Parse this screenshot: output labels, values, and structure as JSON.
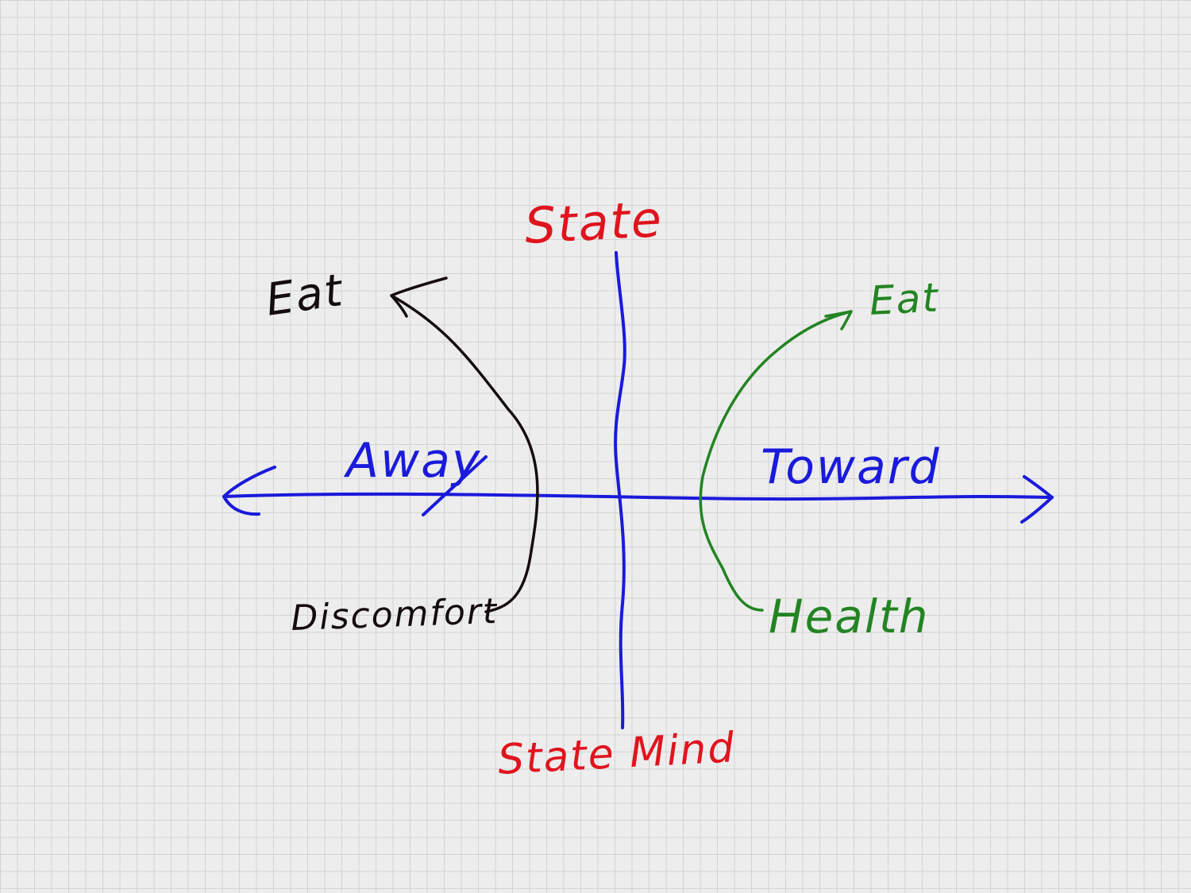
{
  "colors": {
    "axis": "#1a1adb",
    "state": "#e0141e",
    "away_path": "#140d0d",
    "toward_path": "#238423"
  },
  "labels": {
    "top": "State",
    "bottom": "State Mind",
    "left_axis": "Away",
    "right_axis": "Toward",
    "away_goal": "Eat",
    "away_source": "Discomfort",
    "toward_goal": "Eat",
    "toward_source": "Health"
  }
}
